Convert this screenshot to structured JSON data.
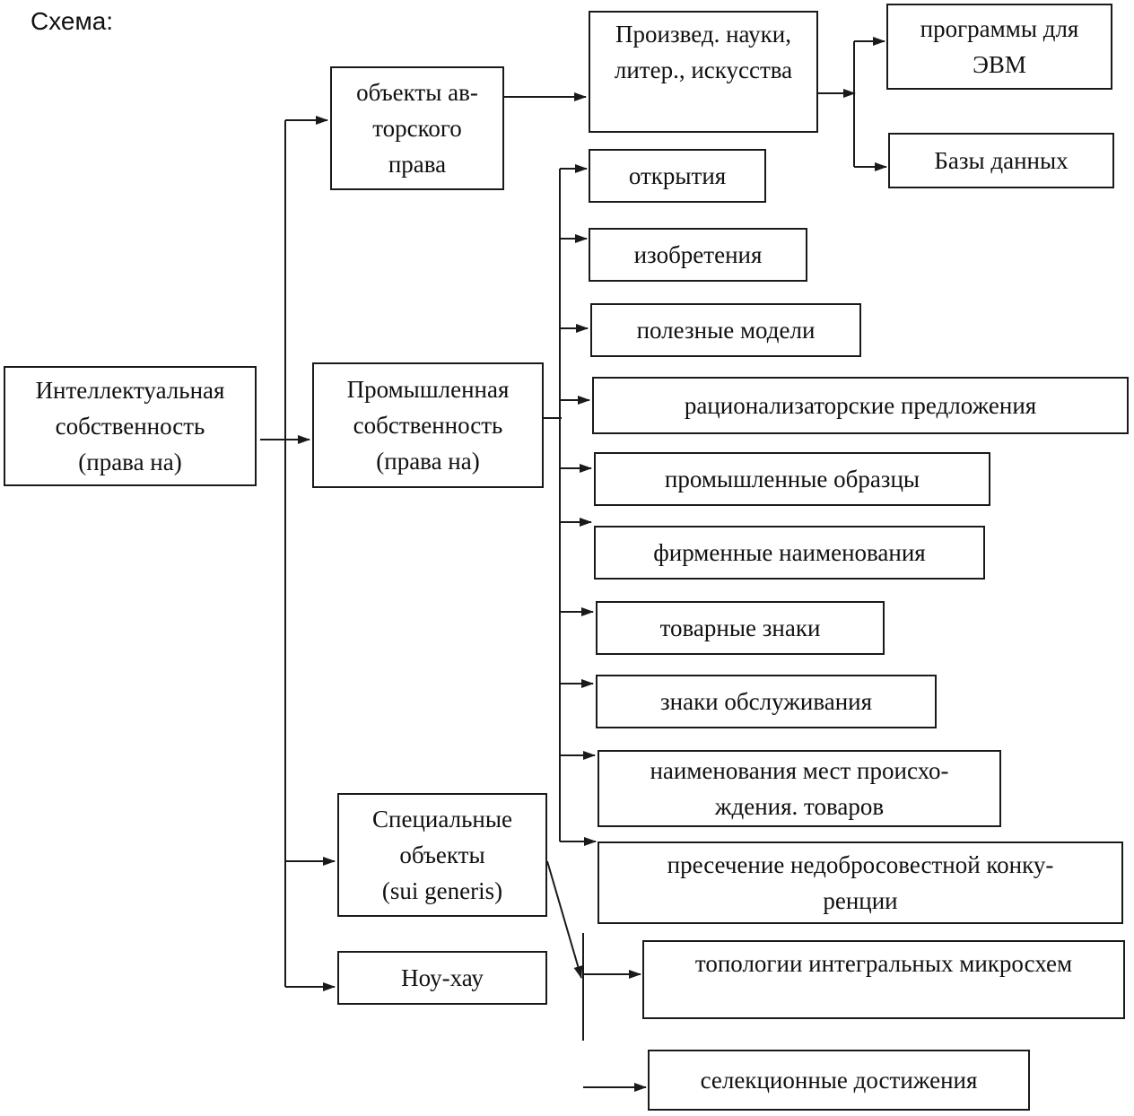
{
  "header": {
    "title": "Схема:"
  },
  "nodes": {
    "intellectual_property": "Интеллектуальная\nсобственность\n(права на)",
    "copyright_objects": "объекты ав-\nторского\nправа",
    "works": "Произвед. науки,\nлитер., искусства",
    "computer_programs": "программы для\nЭВМ",
    "databases": "Базы данных",
    "industrial_property": "Промышленная\nсобственность\n(права на)",
    "discoveries": "открытия",
    "inventions": "изобретения",
    "utility_models": "полезные модели",
    "rationalization_proposals": "рационализаторские предложения",
    "industrial_designs": "промышленные образцы",
    "trade_names": "фирменные наименования",
    "trademarks": "товарные знаки",
    "service_marks": "знаки обслуживания",
    "appellations_of_origin": "наименования мест происхо-\nждения. товаров",
    "unfair_competition": "пресечение недобросовестной конку-\nренции",
    "special_objects": "Специальные\nобъекты\n(sui generis)",
    "know_how": "Ноу-хау",
    "ic_topologies": "топологии интегральных микросхем",
    "breeding_achievements": "селекционные достижения"
  },
  "colors": {
    "line": "#1a1a1a",
    "text": "#111111",
    "background": "#ffffff"
  }
}
